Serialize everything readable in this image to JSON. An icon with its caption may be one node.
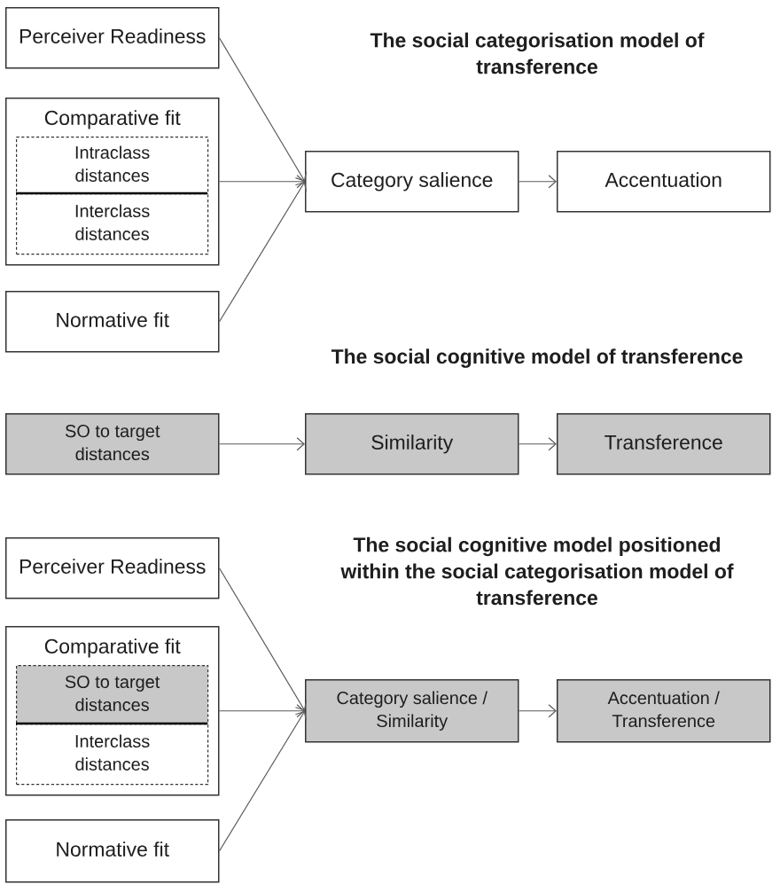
{
  "diagram": {
    "nodes": [
      {
        "text": [
          "Perceiver Readiness"
        ]
      },
      {
        "text": [
          "Comparative fit"
        ]
      },
      {
        "text": [
          "Intraclass distances"
        ],
        "in": 1
      },
      {
        "text": [
          "Interclass distances"
        ],
        "in": 1
      },
      {
        "text": [
          "Normative fit"
        ]
      },
      {
        "text": [
          "Category salience"
        ]
      },
      {
        "text": [
          "Accentuation"
        ]
      },
      {
        "text": [
          "SO to target distances"
        ]
      },
      {
        "text": [
          "Similarity"
        ]
      },
      {
        "text": [
          "Transference"
        ]
      },
      {
        "text": [
          "Perceiver Readiness"
        ]
      },
      {
        "text": [
          "Comparative fit"
        ]
      },
      {
        "text": [
          "SO to target distances"
        ],
        "in": 11
      },
      {
        "text": [
          "Interclass distances"
        ],
        "in": 11
      },
      {
        "text": [
          "Normative fit"
        ]
      },
      {
        "text": [
          "Category salience / Similarity"
        ]
      },
      {
        "text": [
          "Accentuation / Transference"
        ]
      }
    ],
    "edges": [
      {
        "from": 0,
        "to": 5,
        "arrow": "to"
      },
      {
        "from": 1,
        "to": 5,
        "arrow": "to"
      },
      {
        "from": 4,
        "to": 5,
        "arrow": "to"
      },
      {
        "from": 5,
        "to": 6,
        "arrow": "to"
      },
      {
        "from": 7,
        "to": 8,
        "arrow": "to"
      },
      {
        "from": 8,
        "to": 9,
        "arrow": "to"
      },
      {
        "from": 10,
        "to": 15,
        "arrow": "to"
      },
      {
        "from": 11,
        "to": 15,
        "arrow": "to"
      },
      {
        "from": 14,
        "to": 15,
        "arrow": "to"
      },
      {
        "from": 15,
        "to": 16,
        "arrow": "to"
      }
    ],
    "labels": [
      "The social categorisation model of transference",
      "The social cognitive model of transference",
      "The social cognitive model positioned within the social categorisation model of transference"
    ]
  }
}
